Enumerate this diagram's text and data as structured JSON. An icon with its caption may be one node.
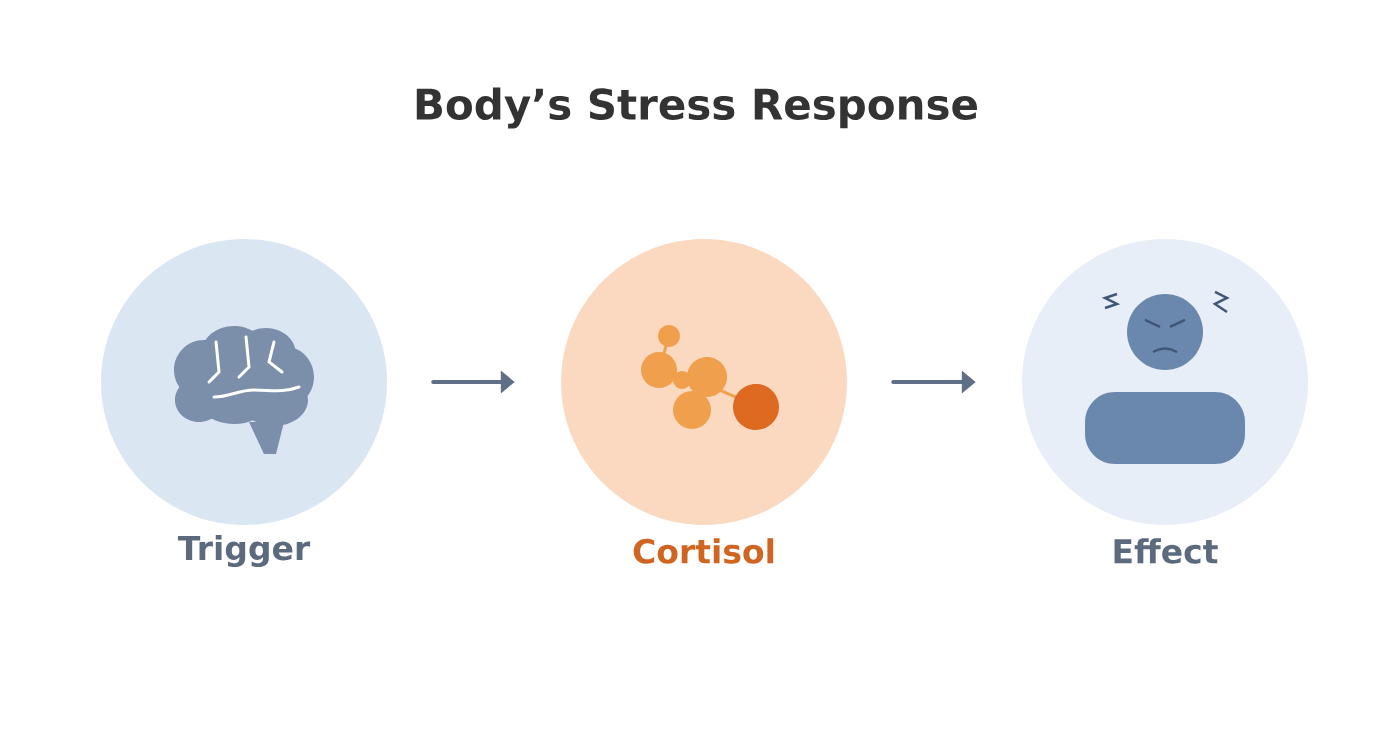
{
  "diagram": {
    "title": "Body’s Stress Response",
    "nodes": [
      {
        "text": [
          "Trigger"
        ]
      },
      {
        "text": [
          "Cortisol"
        ]
      },
      {
        "text": [
          "Effect"
        ]
      }
    ],
    "edges": [
      {
        "from": 0,
        "to": 1,
        "arrow": "to"
      },
      {
        "from": 1,
        "to": 2,
        "arrow": "to"
      }
    ]
  }
}
